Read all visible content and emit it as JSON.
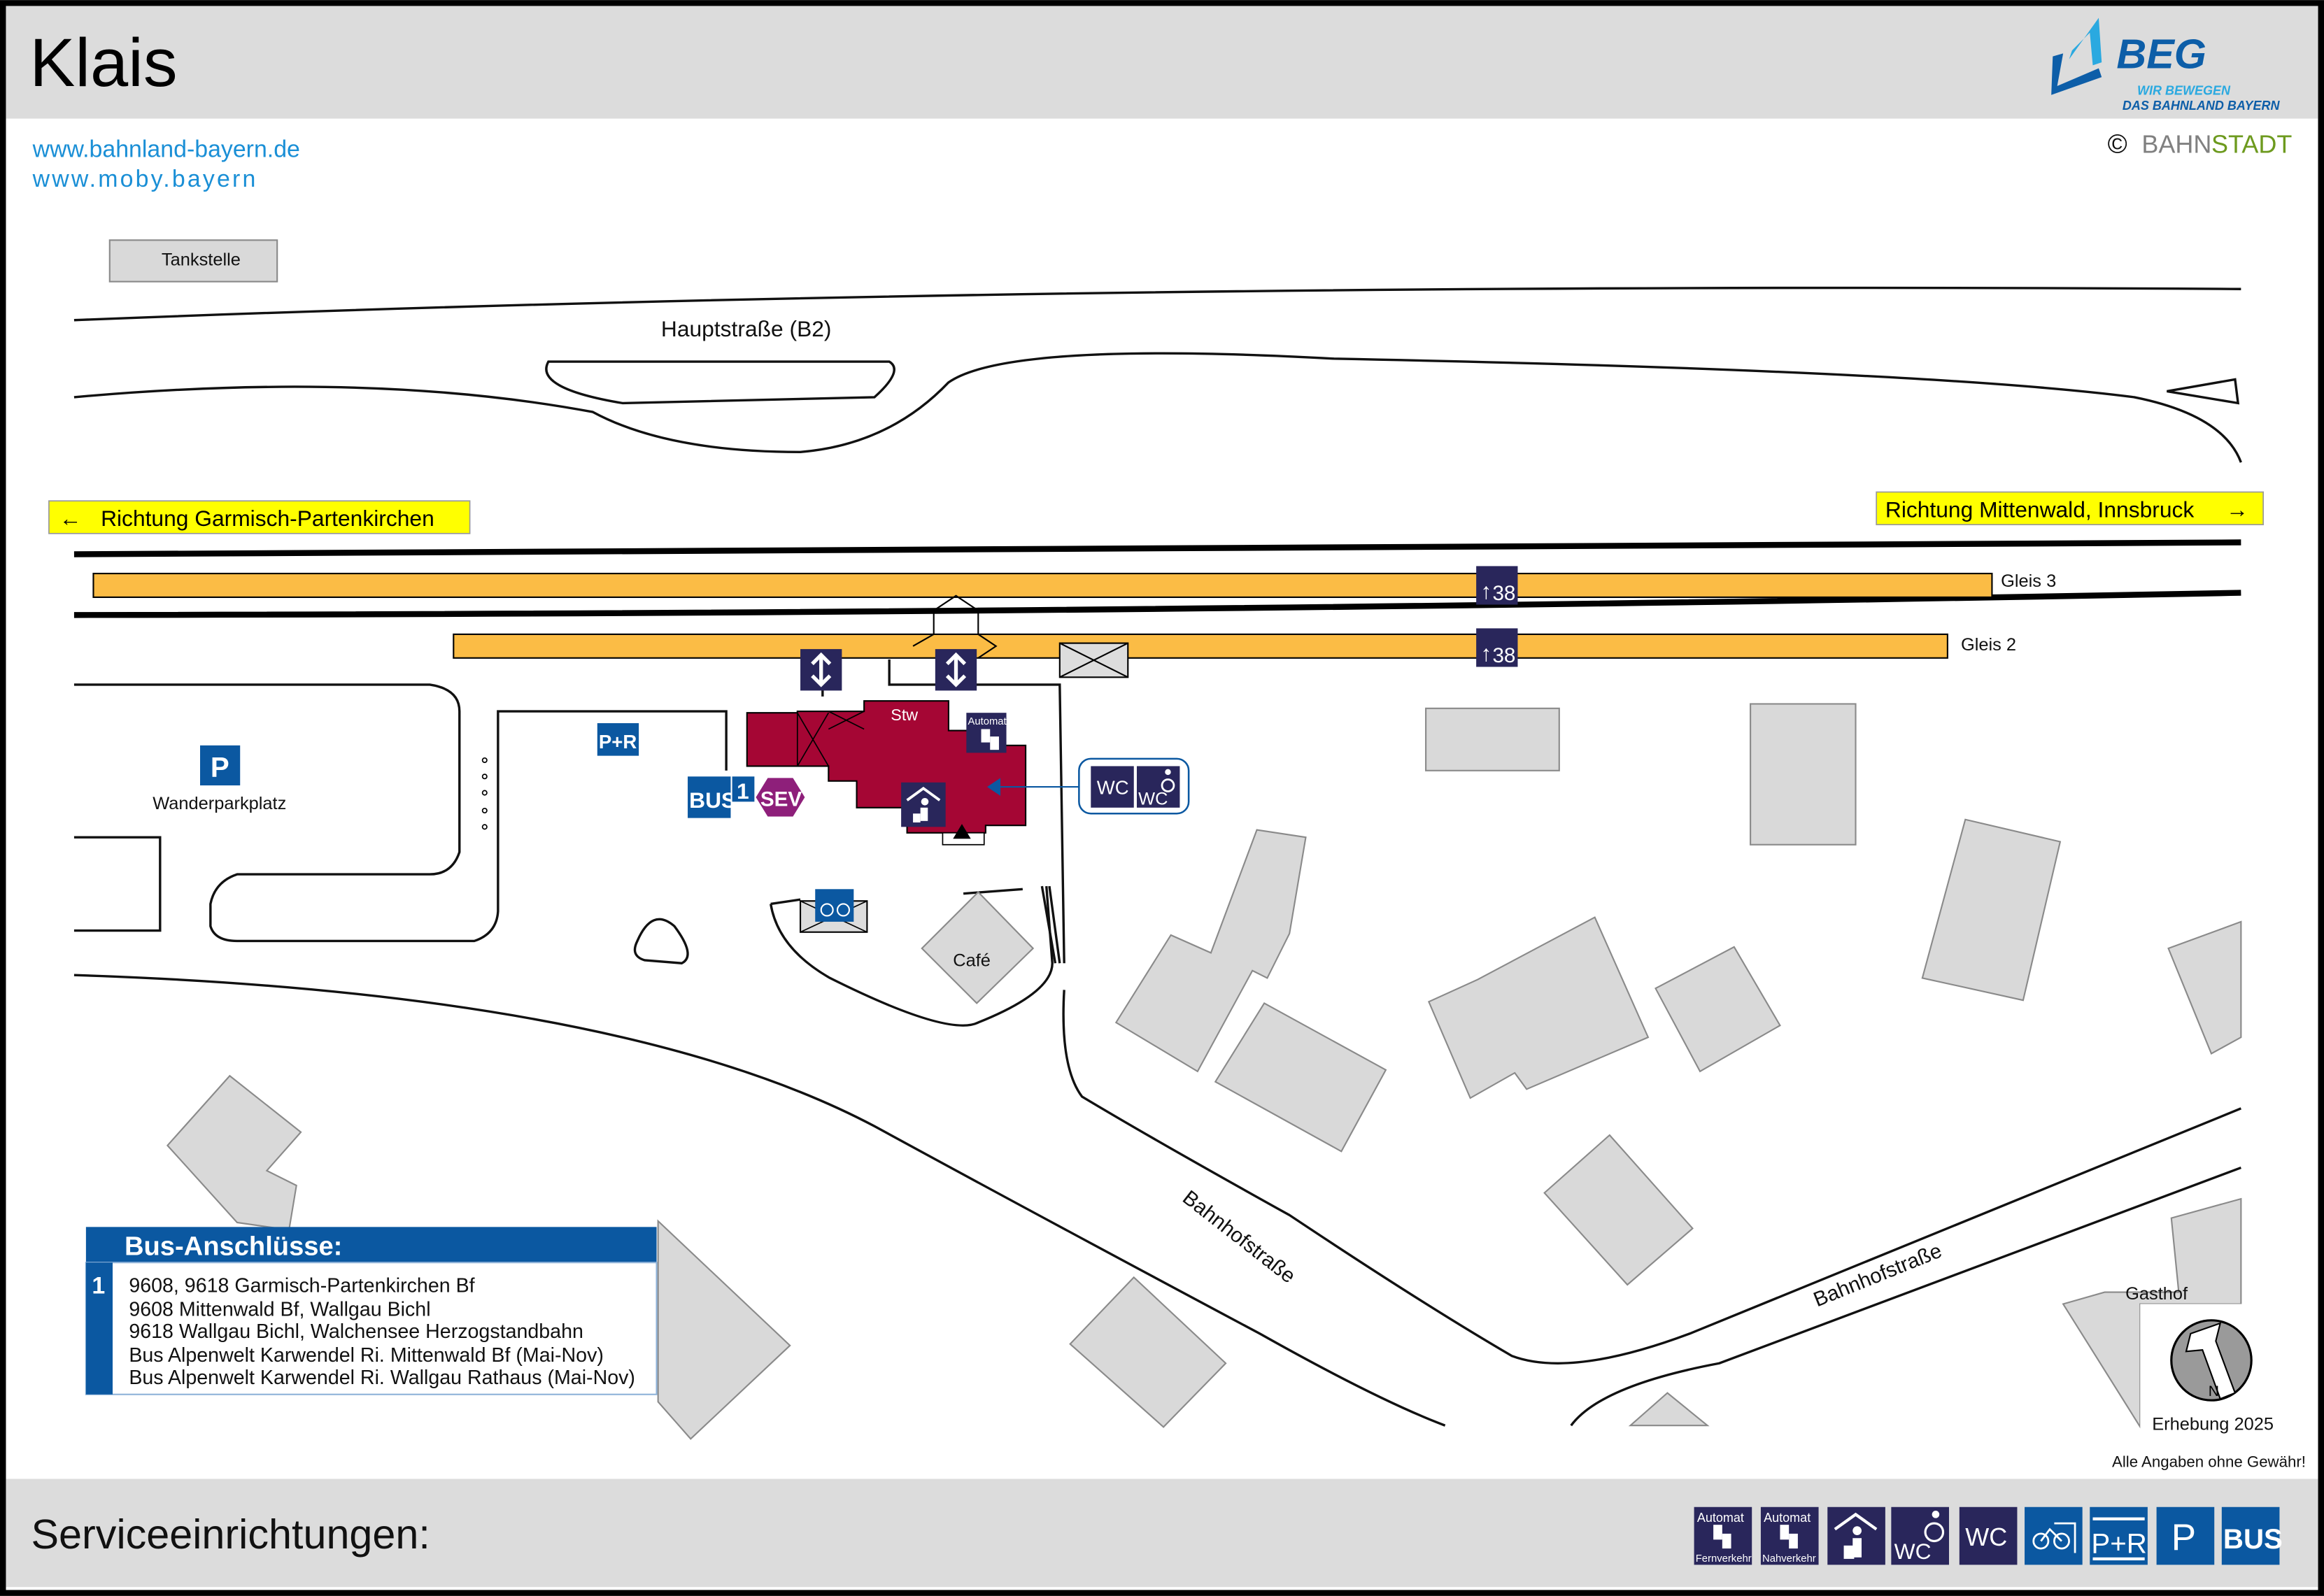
{
  "header": {
    "title": "Klais",
    "logo": {
      "brand": "BEG",
      "line1": "WIR BEWEGEN",
      "line2": "DAS BAHNLAND BAYERN"
    },
    "copyright": {
      "symbol": "©",
      "part1": "BAHN",
      "part2": "STADT"
    },
    "links": [
      "www.bahnland-bayern.de",
      "www.moby.bayern"
    ]
  },
  "map": {
    "labels": {
      "tankstelle": "Tankstelle",
      "hauptstrasse": "Hauptstraße (B2)",
      "direction_left": "Richtung Garmisch-Partenkirchen",
      "direction_right": "Richtung Mittenwald, Innsbruck",
      "gleis3": "Gleis 3",
      "gleis2": "Gleis 2",
      "km_marker": "38",
      "parking": "Wanderparkplatz",
      "stw": "Stw",
      "automat": "Automat",
      "cafe": "Café",
      "bahnhofstrasse1": "Bahnhofstraße",
      "bahnhofstrasse2": "Bahnhofstraße",
      "gasthof": "Gasthof",
      "survey": "Erhebung 2025",
      "disclaimer": "Alle Angaben ohne Gewähr!"
    },
    "signs": {
      "p": "P",
      "pr": "P+R",
      "bus": "BUS",
      "bus_stop_no": "1",
      "sev": "SEV",
      "wc": "WC"
    }
  },
  "bus_connections": {
    "title": "Bus-Anschlüsse:",
    "stop": "1",
    "lines": [
      "9608, 9618 Garmisch-Partenkirchen Bf",
      "9608 Mittenwald Bf, Wallgau Bichl",
      "9618 Wallgau Bichl, Walchensee Herzogstandbahn",
      "Bus Alpenwelt Karwendel Ri. Mittenwald Bf (Mai-Nov)",
      "Bus Alpenwelt Karwendel Ri. Wallgau Rathaus (Mai-Nov)"
    ]
  },
  "footer": {
    "title": "Serviceeinrichtungen:",
    "icons": [
      {
        "name": "automat-fernverkehr-icon",
        "top": "Automat",
        "bottom": "Fernverkehr"
      },
      {
        "name": "automat-nahverkehr-icon",
        "top": "Automat",
        "bottom": "Nahverkehr"
      },
      {
        "name": "waiting-room-icon"
      },
      {
        "name": "accessible-wc-icon",
        "text": "WC"
      },
      {
        "name": "wc-icon",
        "text": "WC"
      },
      {
        "name": "bike-parking-icon"
      },
      {
        "name": "park-and-ride-icon",
        "text": "P+R"
      },
      {
        "name": "parking-icon",
        "text": "P"
      },
      {
        "name": "bus-icon",
        "text": "BUS"
      }
    ]
  },
  "colors": {
    "platform": "#fbbc45",
    "station": "#a50634",
    "sign_dark": "#29265b",
    "sign_blue": "#0b58a1",
    "sev": "#8e1f7a",
    "direction": "#ffff00",
    "band": "#dcdcdc"
  }
}
